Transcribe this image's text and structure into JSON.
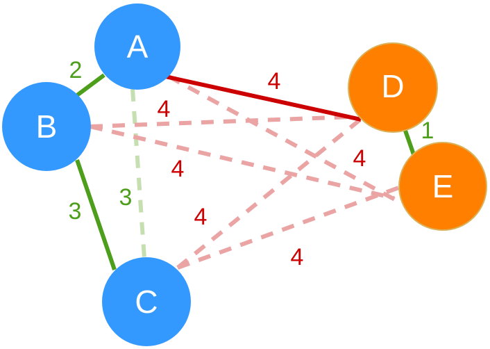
{
  "colors": {
    "blue_node": "#3399ff",
    "orange_node": "#ff8000",
    "orange_stroke": "#d9b25a",
    "green_edge": "#4d9e1a",
    "green_dashed": "#c6dfb0",
    "red_edge": "#cc0000",
    "red_dashed": "#eba4a4",
    "green_label": "#4d9e1a",
    "red_label": "#cc0000"
  },
  "nodes": [
    {
      "id": "A",
      "label": "A",
      "group": "blue"
    },
    {
      "id": "B",
      "label": "B",
      "group": "blue"
    },
    {
      "id": "C",
      "label": "C",
      "group": "blue"
    },
    {
      "id": "D",
      "label": "D",
      "group": "orange"
    },
    {
      "id": "E",
      "label": "E",
      "group": "orange"
    }
  ],
  "edges": [
    {
      "from": "A",
      "to": "B",
      "weight": "2",
      "style": "solid",
      "color": "green"
    },
    {
      "from": "B",
      "to": "C",
      "weight": "3",
      "style": "solid",
      "color": "green"
    },
    {
      "from": "A",
      "to": "C",
      "weight": "3",
      "style": "dashed",
      "color": "green"
    },
    {
      "from": "A",
      "to": "D",
      "weight": "4",
      "style": "solid",
      "color": "red"
    },
    {
      "from": "A",
      "to": "E",
      "weight": "4",
      "style": "dashed",
      "color": "red"
    },
    {
      "from": "B",
      "to": "D",
      "weight": "4",
      "style": "dashed",
      "color": "red"
    },
    {
      "from": "B",
      "to": "E",
      "weight": "4",
      "style": "dashed",
      "color": "red"
    },
    {
      "from": "C",
      "to": "D",
      "weight": "4",
      "style": "dashed",
      "color": "red"
    },
    {
      "from": "C",
      "to": "E",
      "weight": "4",
      "style": "dashed",
      "color": "red"
    },
    {
      "from": "D",
      "to": "E",
      "weight": "1",
      "style": "solid",
      "color": "green"
    }
  ]
}
